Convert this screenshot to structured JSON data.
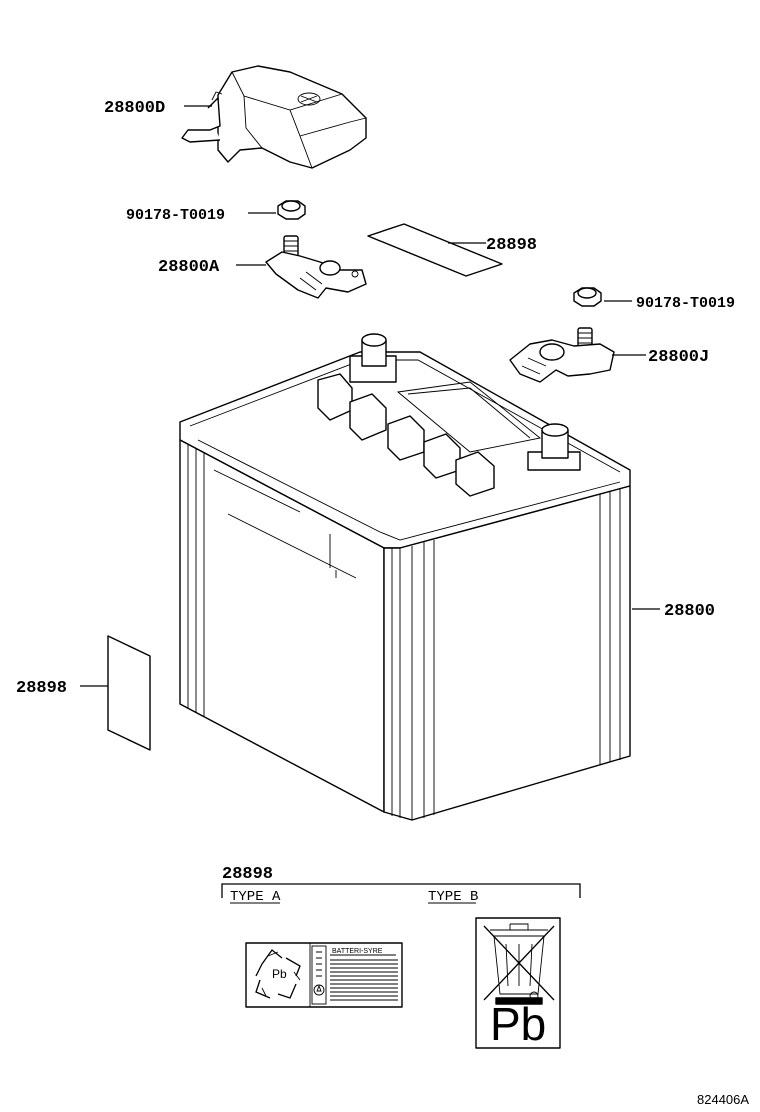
{
  "diagram": {
    "reference_code": "824406A",
    "callouts": {
      "hold_down_cover": "28800D",
      "bolt_left": "90178-T0019",
      "terminal_left": "28800A",
      "label_top": "28898",
      "bolt_right": "90178-T0019",
      "terminal_right": "28800J",
      "battery": "28800",
      "label_side": "28898"
    },
    "label_detail": {
      "part_number": "28898",
      "type_a": "TYPE A",
      "type_b": "TYPE B",
      "type_a_text": "BATTERI-SYRE",
      "pb_small": "Pb",
      "pb_large": "Pb"
    }
  }
}
